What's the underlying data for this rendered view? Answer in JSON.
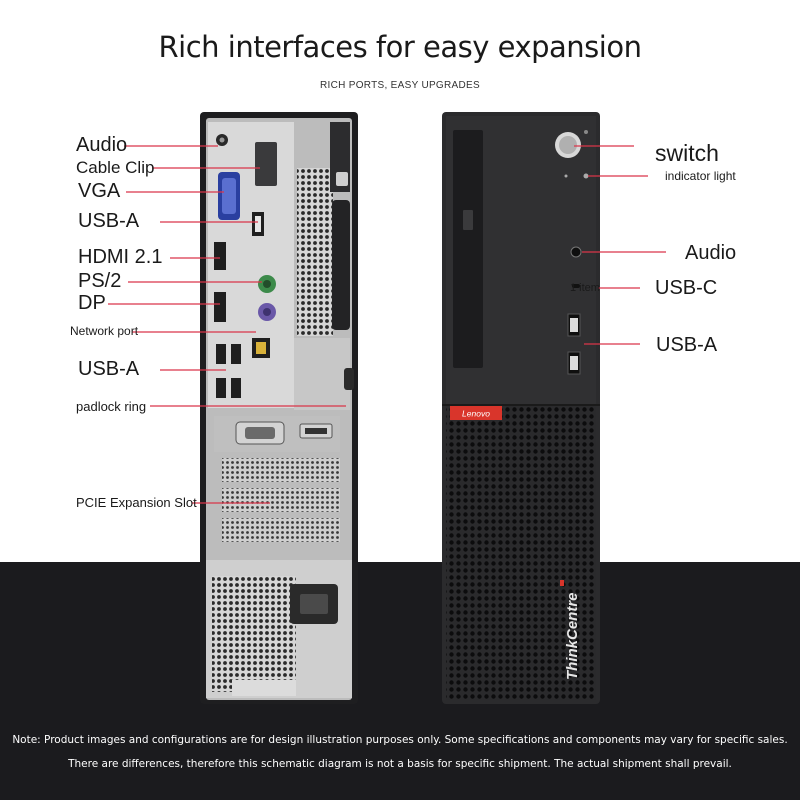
{
  "header": {
    "title": "Rich interfaces for easy expansion",
    "subtitle": "RICH PORTS, EASY UPGRADES"
  },
  "rear_labels": {
    "audio": "Audio",
    "cable_clip": "Cable Clip",
    "vga": "VGA",
    "usb_a_top": "USB-A",
    "hdmi": "HDMI 2.1",
    "ps2": "PS/2",
    "dp": "DP",
    "network_port": "Network port",
    "usb_a_bottom": "USB-A",
    "padlock_ring": "padlock ring",
    "pcie": "PCIE Expansion Slot"
  },
  "front_labels": {
    "switch": "switch",
    "indicator_light": "indicator light",
    "audio": "Audio",
    "usb_c_count": "1 item",
    "usb_c": "USB-C",
    "usb_a": "USB-A"
  },
  "branding": {
    "front_logo": "Lenovo",
    "model_name": "ThinkCentre"
  },
  "footer": {
    "note_line1": "Note: Product images and configurations are for design illustration purposes only. Some specifications and components may vary for specific sales.",
    "note_line2": "There are differences, therefore this schematic diagram is not a basis for specific shipment. The actual shipment shall prevail."
  },
  "colors": {
    "leader_line": "#d9354a",
    "dark_background": "#1b1b1e",
    "case_black": "#2b2b2d",
    "accent_red": "#d9352b"
  }
}
